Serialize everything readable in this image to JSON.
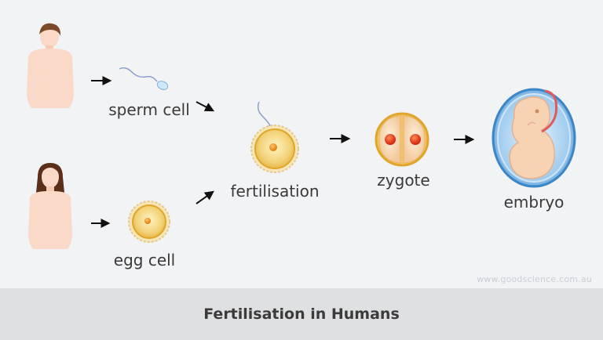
{
  "labels": {
    "sperm_cell": "sperm cell",
    "egg_cell": "egg cell",
    "fertilisation": "fertilisation",
    "zygote": "zygote",
    "embryo": "embryo"
  },
  "watermark": "www.goodscience.com.au",
  "caption": "Fertilisation in Humans",
  "colors": {
    "skin": "#fbd9c8",
    "hair_male": "#7a4a2a",
    "hair_female": "#5a2e18",
    "egg_fill": "#f3d37a",
    "egg_rim": "#e0a62a",
    "nucleus": "#e88a12",
    "zygote_nucleus": "#e23a1a",
    "embryo_fill": "#f7d3b4",
    "amnion": "#3a86c8",
    "cord": "#e05a5a",
    "arrow": "#111111",
    "caption_bar": "#dfe0e2",
    "background": "#f2f3f5"
  },
  "icons": [
    "male-figure-icon",
    "female-figure-icon",
    "sperm-cell-icon",
    "egg-cell-icon",
    "fertilised-egg-icon",
    "zygote-icon",
    "embryo-icon",
    "arrow-icon"
  ]
}
